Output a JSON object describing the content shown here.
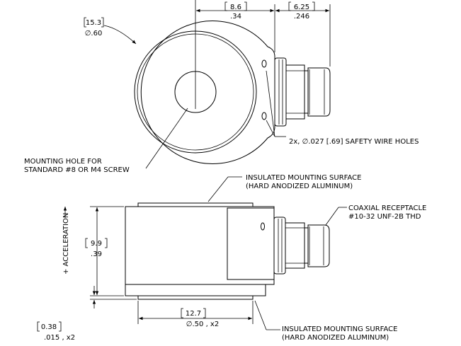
{
  "top_view": {
    "dim_diameter_mm": "15.3",
    "dim_diameter_in": "∅.60",
    "dim_offset_mm": "8.6",
    "dim_offset_in": ".34",
    "dim_connector_mm": "6.25",
    "dim_connector_in": ".246",
    "safety_wire_note": "2x, ∅.027 [.69] SAFETY WIRE HOLES",
    "mounting_hole_note_line1": "MOUNTING HOLE FOR",
    "mounting_hole_note_line2": "STANDARD #8 OR M4 SCREW"
  },
  "side_view": {
    "top_surface_line1": "INSULATED MOUNTING SURFACE",
    "top_surface_line2": "(HARD ANODIZED ALUMINUM)",
    "receptacle_line1": "COAXIAL RECEPTACLE",
    "receptacle_line2": "#10-32 UNF-2B THD",
    "acceleration_label": "+ ACCELERATION",
    "dim_height_mm": "9.9",
    "dim_height_in": ".39",
    "dim_width_mm": "12.7",
    "dim_width_in": "∅.50 , x2",
    "dim_thickness_mm": "0.38",
    "dim_thickness_in": ".015 , x2",
    "bottom_surface_line1": "INSULATED MOUNTING SURFACE",
    "bottom_surface_line2": "(HARD ANODIZED ALUMINUM)"
  }
}
